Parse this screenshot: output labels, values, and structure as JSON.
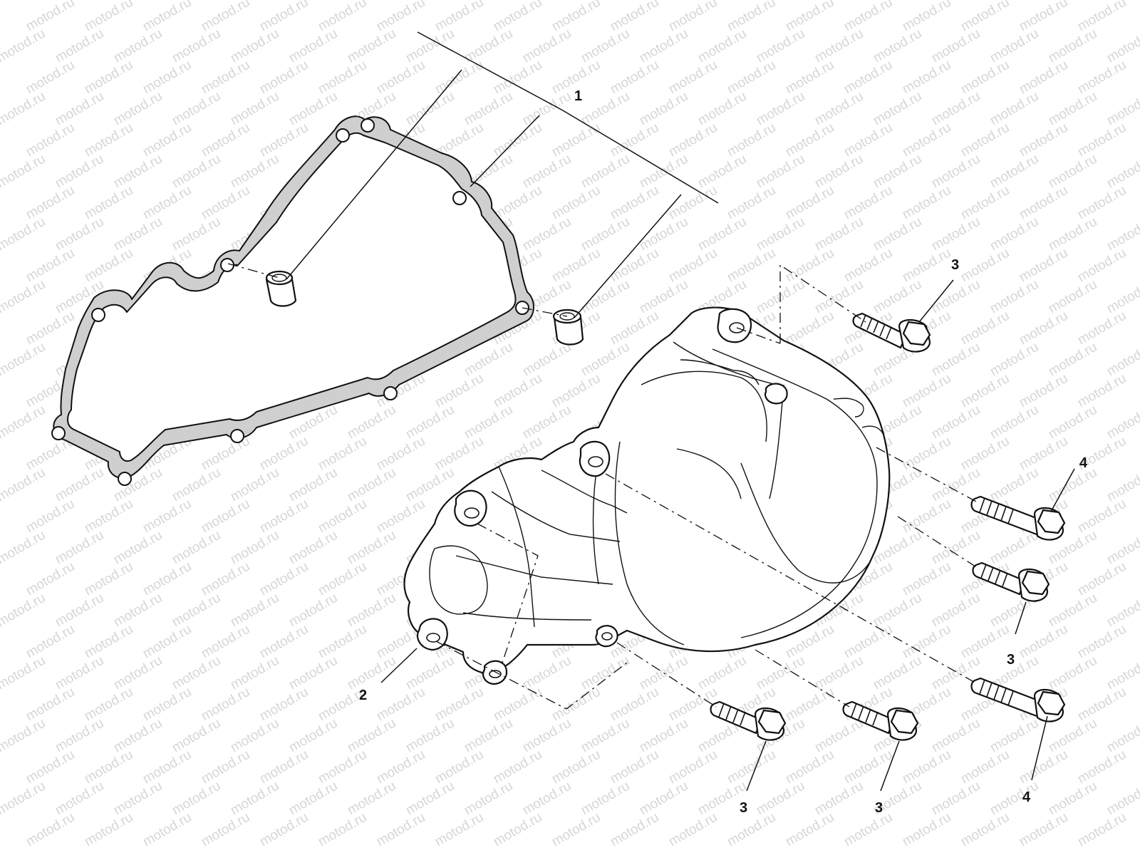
{
  "watermark": {
    "text": "motod.ru"
  },
  "diagram": {
    "callouts": [
      {
        "id": "c1",
        "label": "1"
      },
      {
        "id": "c2",
        "label": "2"
      },
      {
        "id": "c3a",
        "label": "3"
      },
      {
        "id": "c3b",
        "label": "3"
      },
      {
        "id": "c3c",
        "label": "3"
      },
      {
        "id": "c3d",
        "label": "3"
      },
      {
        "id": "c4a",
        "label": "4"
      },
      {
        "id": "c4b",
        "label": "4"
      }
    ]
  }
}
